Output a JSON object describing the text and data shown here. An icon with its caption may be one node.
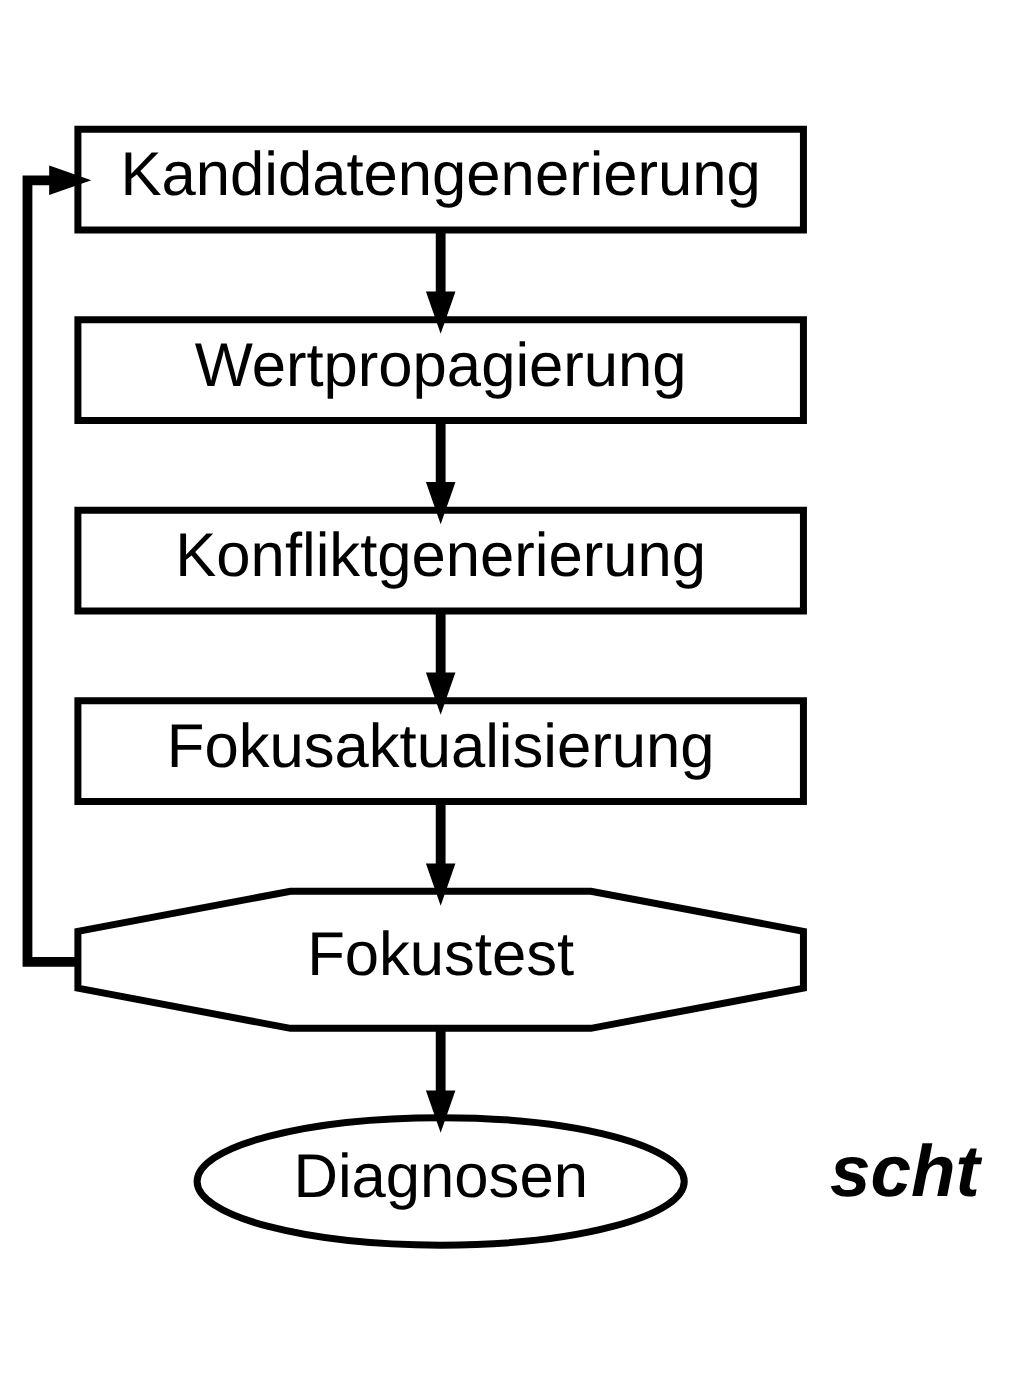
{
  "diagram": {
    "nodes": [
      {
        "text": [
          "Kandidatengenerierung"
        ]
      },
      {
        "text": [
          "Wertpropagierung"
        ]
      },
      {
        "text": [
          "Konfliktgenerierung"
        ]
      },
      {
        "text": [
          "Fokusaktualisierung"
        ]
      },
      {
        "text": [
          "Fokustest"
        ]
      },
      {
        "text": [
          "Diagnosen"
        ]
      }
    ],
    "edges": [
      {
        "from": 0,
        "to": 1,
        "arrow": "to"
      },
      {
        "from": 1,
        "to": 2,
        "arrow": "to"
      },
      {
        "from": 2,
        "to": 3,
        "arrow": "to"
      },
      {
        "from": 3,
        "to": 4,
        "arrow": "to"
      },
      {
        "from": 4,
        "to": 0,
        "arrow": "to"
      },
      {
        "from": 4,
        "to": 5,
        "arrow": "to"
      }
    ],
    "labels": [
      "scht"
    ]
  }
}
